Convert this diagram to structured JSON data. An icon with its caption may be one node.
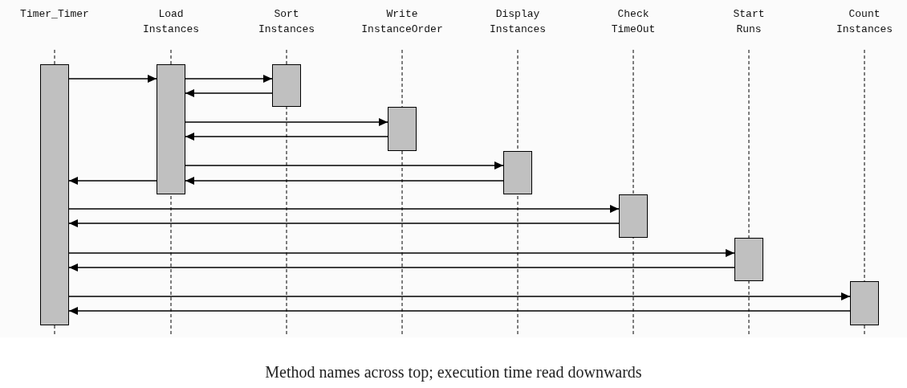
{
  "diagram": {
    "caption": "Method names across top; execution time read downwards",
    "nodes": [
      {
        "text": [
          "Timer_Timer"
        ]
      },
      {
        "text": [
          "Load Instances"
        ]
      },
      {
        "text": [
          "Sort Instances"
        ]
      },
      {
        "text": [
          "Write InstanceOrder"
        ]
      },
      {
        "text": [
          "Display Instances"
        ]
      },
      {
        "text": [
          "Check TimeOut"
        ]
      },
      {
        "text": [
          "Start Runs"
        ]
      },
      {
        "text": [
          "Count Instances"
        ]
      },
      {
        "text": [],
        "shape": "bar"
      },
      {
        "text": [],
        "shape": "bar"
      },
      {
        "text": [],
        "shape": "bar"
      },
      {
        "text": [],
        "shape": "bar"
      },
      {
        "text": [],
        "shape": "bar"
      },
      {
        "text": [],
        "shape": "bar"
      },
      {
        "text": [],
        "shape": "bar"
      },
      {
        "text": [],
        "shape": "bar"
      }
    ],
    "edges": [
      {
        "from": 8,
        "to": 9,
        "arrow": "to"
      },
      {
        "from": 9,
        "to": 10,
        "arrow": "to"
      },
      {
        "from": 10,
        "to": 9,
        "arrow": "to"
      },
      {
        "from": 9,
        "to": 11,
        "arrow": "to"
      },
      {
        "from": 11,
        "to": 9,
        "arrow": "to"
      },
      {
        "from": 9,
        "to": 12,
        "arrow": "to"
      },
      {
        "from": 12,
        "to": 9,
        "arrow": "to"
      },
      {
        "from": 9,
        "to": 8,
        "arrow": "to"
      },
      {
        "from": 8,
        "to": 13,
        "arrow": "to"
      },
      {
        "from": 13,
        "to": 8,
        "arrow": "to"
      },
      {
        "from": 8,
        "to": 14,
        "arrow": "to"
      },
      {
        "from": 14,
        "to": 8,
        "arrow": "to"
      },
      {
        "from": 8,
        "to": 15,
        "arrow": "to"
      },
      {
        "from": 15,
        "to": 8,
        "arrow": "to"
      }
    ]
  }
}
